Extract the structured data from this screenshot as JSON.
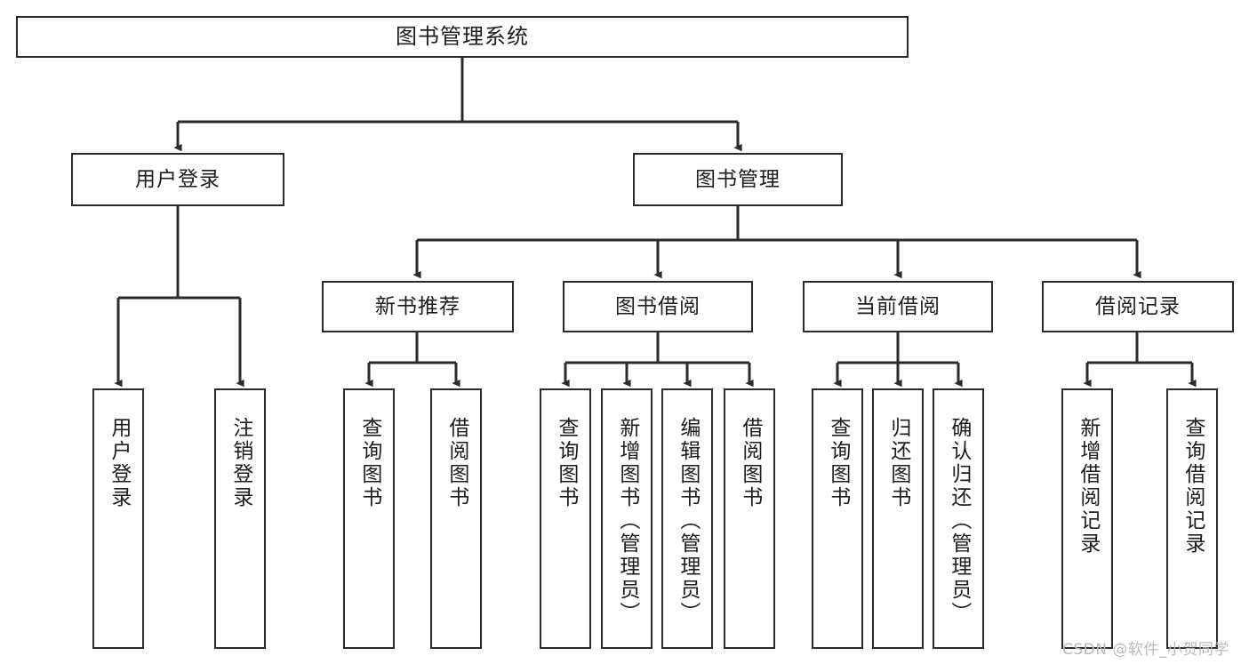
{
  "diagram": {
    "kind": "functional-structure-tree",
    "title": "图书管理系统",
    "watermark": "CSDN @软件_小贺同学",
    "colors": {
      "stroke": "#2b2b2b",
      "fill": "#ffffff",
      "text": "#1d1d1d",
      "watermark": "#b9b9b9"
    }
  },
  "nodes": {
    "root": {
      "label": "图书管理系统"
    },
    "level1": [
      {
        "id": "user-login",
        "label": "用户登录"
      },
      {
        "id": "book-manage",
        "label": "图书管理"
      }
    ],
    "level2": [
      {
        "id": "new-book-recommend",
        "label": "新书推荐"
      },
      {
        "id": "book-borrow",
        "label": "图书借阅"
      },
      {
        "id": "current-borrow",
        "label": "当前借阅"
      },
      {
        "id": "borrow-record",
        "label": "借阅记录"
      }
    ],
    "leaves": {
      "user_login": [
        {
          "id": "leaf-user-login",
          "label": "用户登录"
        },
        {
          "id": "leaf-logout-login",
          "label": "注销登录"
        }
      ],
      "new_book_recommend": [
        {
          "id": "leaf-query-book-1",
          "label": "查询图书"
        },
        {
          "id": "leaf-borrow-book-1",
          "label": "借阅图书"
        }
      ],
      "book_borrow": [
        {
          "id": "leaf-query-book-2",
          "label": "查询图书"
        },
        {
          "id": "leaf-add-book",
          "label": "新增图书（管理员）"
        },
        {
          "id": "leaf-edit-book",
          "label": "编辑图书（管理员）"
        },
        {
          "id": "leaf-borrow-book-2",
          "label": "借阅图书"
        }
      ],
      "current_borrow": [
        {
          "id": "leaf-query-book-3",
          "label": "查询图书"
        },
        {
          "id": "leaf-return-book",
          "label": "归还图书"
        },
        {
          "id": "leaf-confirm-return",
          "label": "确认归还（管理员）"
        }
      ],
      "borrow_record": [
        {
          "id": "leaf-add-record",
          "label": "新增借阅记录"
        },
        {
          "id": "leaf-query-record",
          "label": "查询借阅记录"
        }
      ]
    }
  }
}
